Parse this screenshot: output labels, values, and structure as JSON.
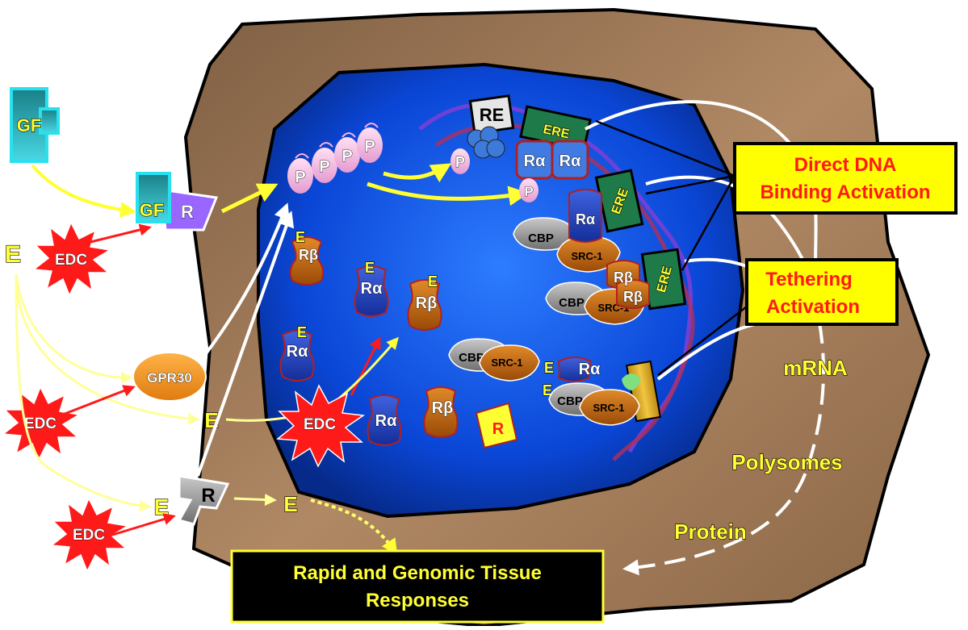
{
  "labels": {
    "gf": "GF",
    "e": "E",
    "edc": "EDC",
    "r": "R",
    "p": "P",
    "re": "RE",
    "ere": "ERE",
    "r_alpha": "Rα",
    "r_beta": "Rβ",
    "cbp": "CBP",
    "src1": "SRC-1",
    "gpr30": "GPR30",
    "mrna": "mRNA",
    "polysomes": "Polysomes",
    "protein": "Protein"
  },
  "boxes": {
    "direct_line1": "Direct DNA",
    "direct_line2": "Binding Activation",
    "tethering_line1": "Tethering",
    "tethering_line2": "Activation",
    "response_line1": "Rapid and Genomic Tissue",
    "response_line2": "Responses"
  },
  "colors": {
    "cytoplasm": "#a07a56",
    "nucleus": "#0a3fcc",
    "highlight_box": "#ffff00",
    "box_text_red": "#ff1a1a",
    "edc_red": "#ff1a1a",
    "label_yellow": "#ffff33",
    "r_alpha_blue": "#2b4fc7",
    "r_beta_orange": "#c9600d",
    "gf_cyan": "#29c7d6",
    "receptor_purple": "#9966ff"
  }
}
